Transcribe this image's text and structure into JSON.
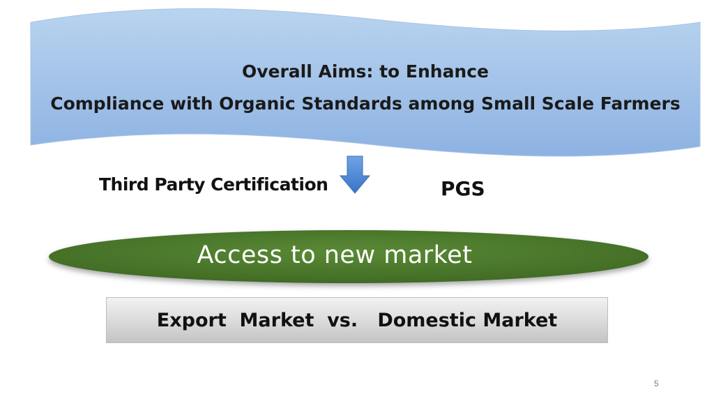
{
  "banner": {
    "line1": "Overall Aims:  to Enhance",
    "line2": "Compliance with Organic Standards among Small Scale Farmers"
  },
  "left_label": "Third Party Certification",
  "right_label": "PGS",
  "ellipse_label": "Access to new market",
  "market_box": {
    "label": "Export  Market  vs.   Domestic Market"
  },
  "page_number": "5",
  "colors": {
    "banner_top": "#b7d2ee",
    "banner_bottom": "#8fb4e3",
    "arrow": "#4a86d6",
    "ellipse": "#4e7a2e"
  }
}
